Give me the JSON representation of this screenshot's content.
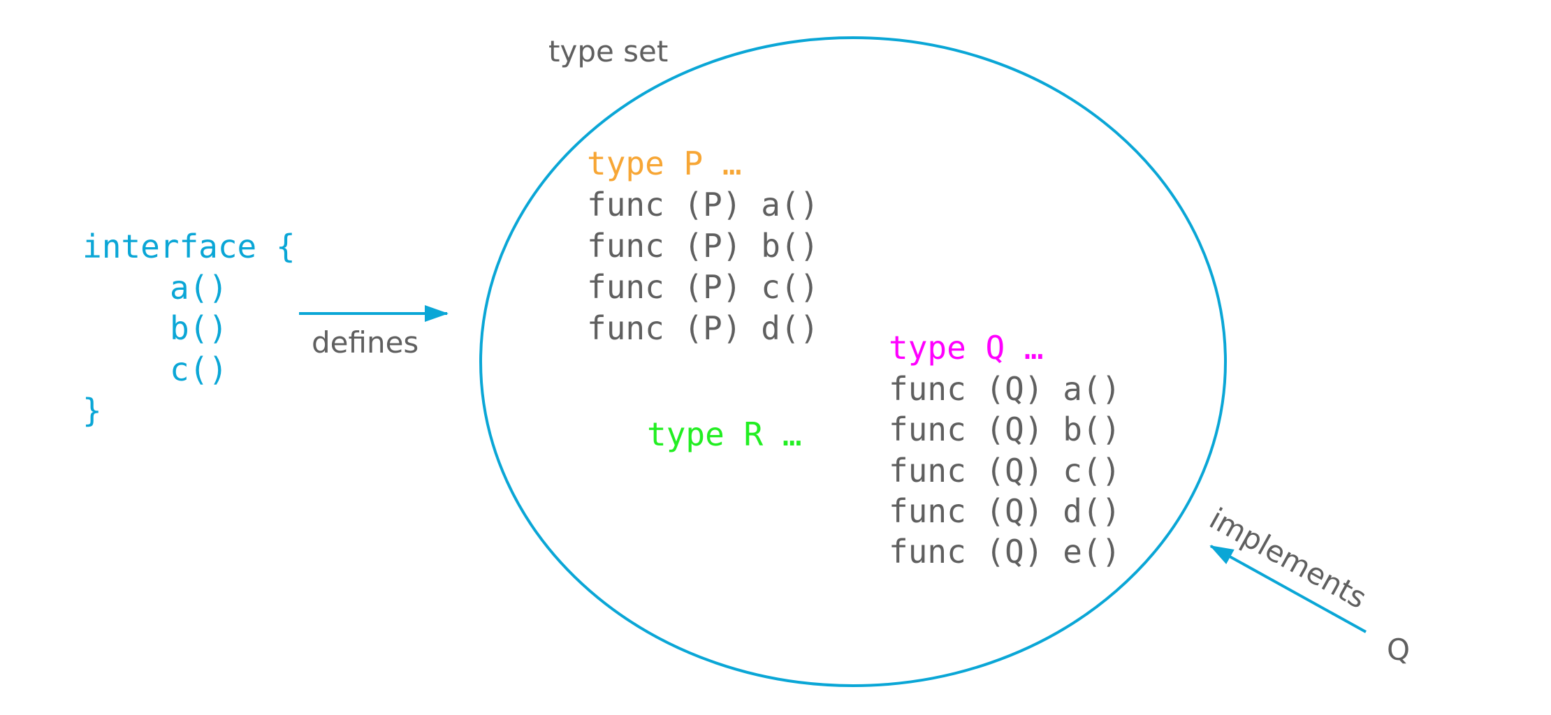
{
  "interface_block": {
    "lines": [
      "interface {",
      "a()",
      "b()",
      "c()",
      "}"
    ],
    "color": "#0aa6d6"
  },
  "defines_label": "defines",
  "type_set_label": "type set",
  "type_p": {
    "header": "type P …",
    "methods": [
      "func (P) a()",
      "func (P) b()",
      "func (P) c()",
      "func (P) d()"
    ],
    "color": "#f7a635"
  },
  "type_q": {
    "header": "type Q …",
    "methods": [
      "func (Q) a()",
      "func (Q) b()",
      "func (Q) c()",
      "func (Q) d()",
      "func (Q) e()"
    ],
    "color": "#ff00ff"
  },
  "type_r": {
    "header": "type R …",
    "color": "#22ee22"
  },
  "implements_label": "implements",
  "q_label": "Q",
  "colors": {
    "accent": "#0aa6d6",
    "text": "#5f5f5f"
  }
}
